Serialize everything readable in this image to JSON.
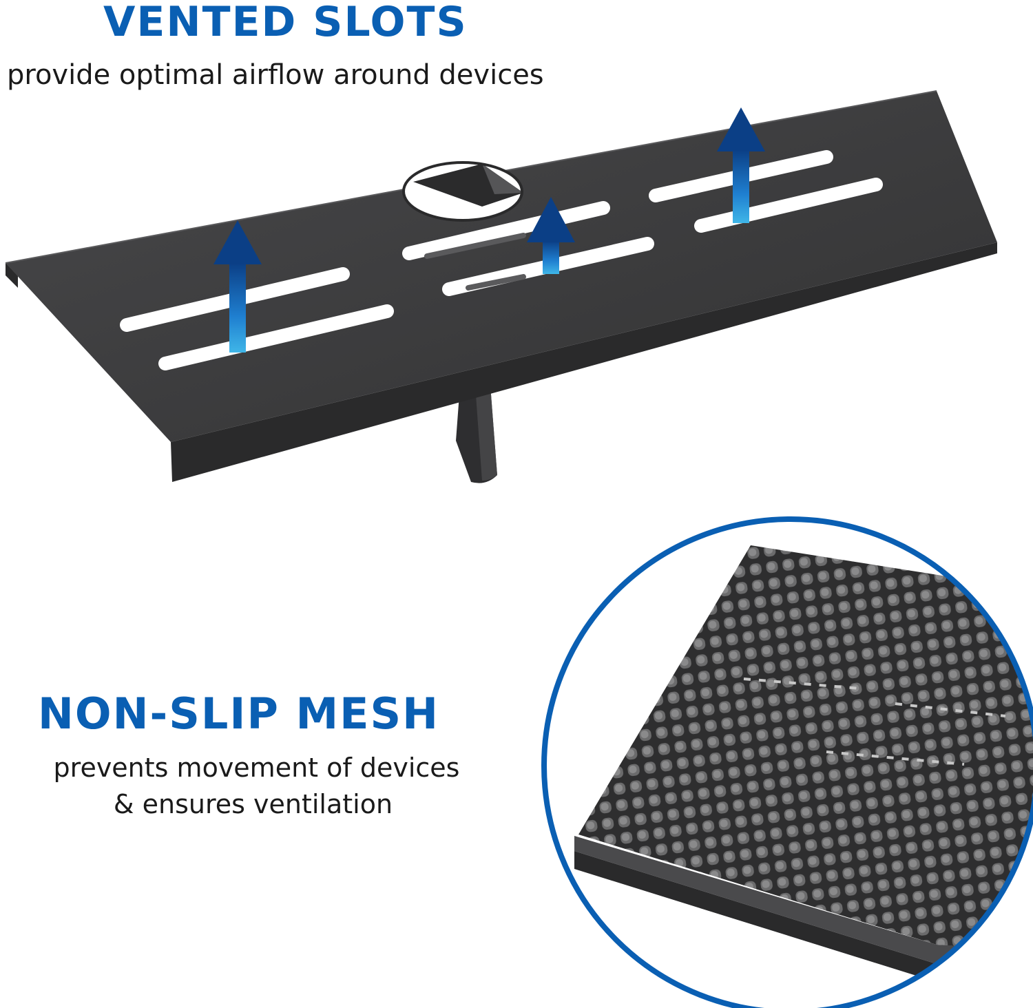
{
  "colors": {
    "accent": "#0a5fb3",
    "shelf": "#3c3c3d",
    "arrow_top": "#0b3f86",
    "arrow_bottom": "#3fb6e8",
    "text": "#1a1a1a"
  },
  "vented": {
    "title": "VENTED SLOTS",
    "subtitle": "provide optimal airflow around devices"
  },
  "mesh": {
    "title": "NON-SLIP MESH",
    "subtitle_line1": "prevents movement of devices",
    "subtitle_line2": "& ensures ventilation"
  },
  "icons": [
    "arrow-up-icon"
  ]
}
